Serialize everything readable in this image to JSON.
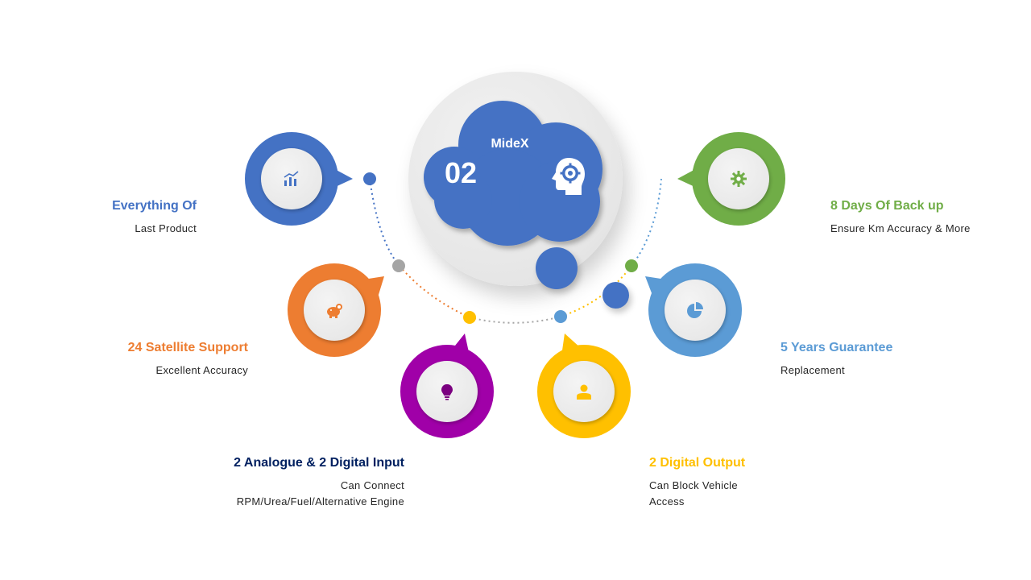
{
  "center": {
    "title": "MideX",
    "number": "02",
    "icon": "head-gear-icon",
    "color": "#4472c4"
  },
  "features": [
    {
      "id": "everything-of",
      "title": "Everything Of",
      "lines": [
        "Last Product"
      ],
      "color": "#4472c4",
      "icon": "bar-chart-icon"
    },
    {
      "id": "satellite",
      "title": "24 Satellite Support",
      "lines": [
        "Excellent Accuracy"
      ],
      "color": "#ed7d31",
      "icon": "piggy-bank-icon"
    },
    {
      "id": "analogue-input",
      "title": "2 Analogue & 2 Digital Input",
      "lines": [
        "Can Connect",
        "RPM/Urea/Fuel/Alternative   Engine"
      ],
      "color": "#002060",
      "ring_color": "#a000a8",
      "icon": "lightbulb-icon"
    },
    {
      "id": "digital-output",
      "title": "2 Digital Output",
      "lines": [
        "Can Block Vehicle",
        "Access"
      ],
      "color": "#ffc000",
      "icon": "person-icon"
    },
    {
      "id": "guarantee",
      "title": "5 Years Guarantee",
      "lines": [
        "Replacement"
      ],
      "color": "#5b9bd5",
      "icon": "pie-chart-icon"
    },
    {
      "id": "backup",
      "title": "8 Days Of Back up",
      "lines": [
        "Ensure Km Accuracy & More"
      ],
      "color": "#70ad47",
      "icon": "gear-icon"
    }
  ],
  "connector_dots": [
    {
      "id": "blue",
      "color": "#4472c4"
    },
    {
      "id": "gray",
      "color": "#a5a5a5"
    },
    {
      "id": "yellow",
      "color": "#ffc000"
    },
    {
      "id": "light-blue",
      "color": "#5b9bd5"
    },
    {
      "id": "green",
      "color": "#70ad47"
    }
  ]
}
